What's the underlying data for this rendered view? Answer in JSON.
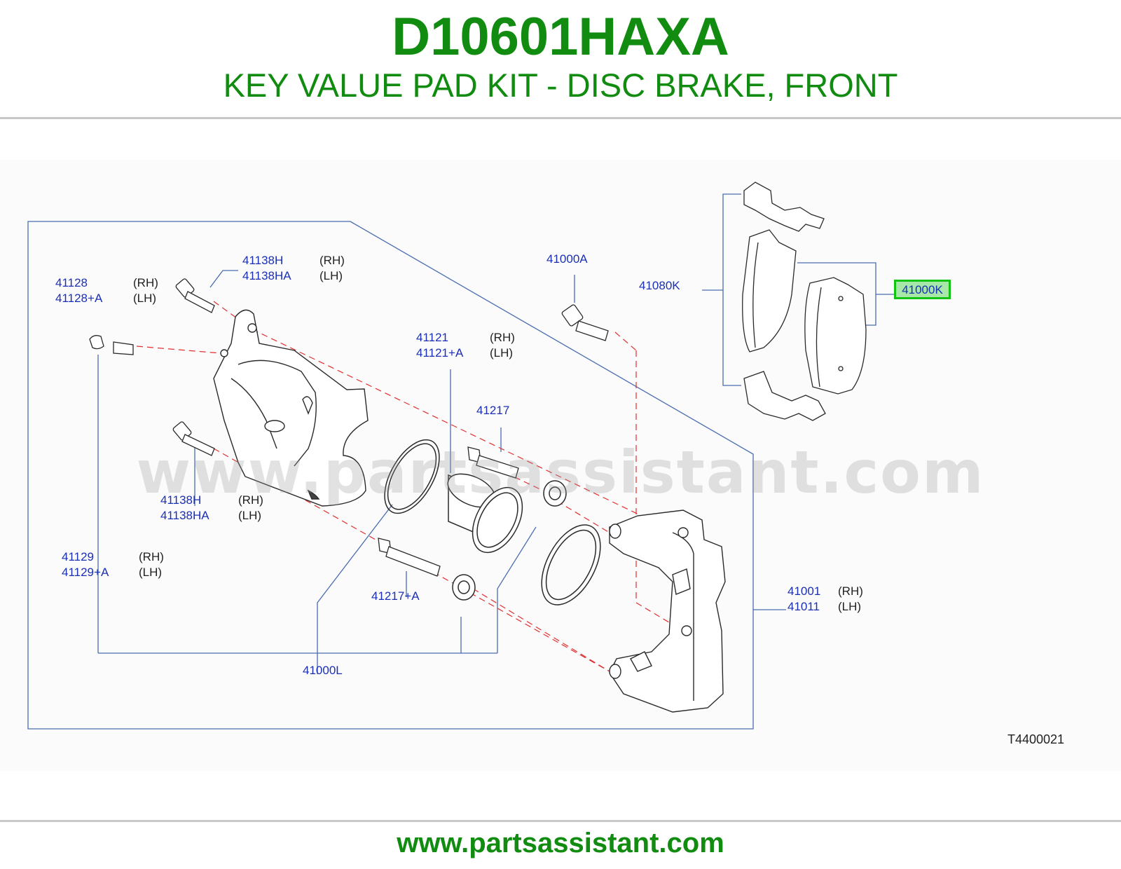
{
  "header": {
    "part_number": "D10601HAXA",
    "description": "KEY VALUE PAD KIT - DISC BRAKE, FRONT"
  },
  "diagram": {
    "watermark": "www.partsassistant.com",
    "code": "T4400021",
    "highlighted": "41000K",
    "callouts": [
      {
        "id": "41128",
        "part": "41128",
        "side": "(RH)"
      },
      {
        "id": "41128a",
        "part": "41128+A",
        "side": "(LH)"
      },
      {
        "id": "41138h-top",
        "part": "41138H",
        "side": "(RH)"
      },
      {
        "id": "41138ha-top",
        "part": "41138HA",
        "side": "(LH)"
      },
      {
        "id": "41000a",
        "part": "41000A",
        "side": ""
      },
      {
        "id": "41080k",
        "part": "41080K",
        "side": ""
      },
      {
        "id": "41121",
        "part": "41121",
        "side": "(RH)"
      },
      {
        "id": "41121a",
        "part": "41121+A",
        "side": "(LH)"
      },
      {
        "id": "41217",
        "part": "41217",
        "side": ""
      },
      {
        "id": "41138h-bot",
        "part": "41138H",
        "side": "(RH)"
      },
      {
        "id": "41138ha-bot",
        "part": "41138HA",
        "side": "(LH)"
      },
      {
        "id": "41129",
        "part": "41129",
        "side": "(RH)"
      },
      {
        "id": "41129a",
        "part": "41129+A",
        "side": "(LH)"
      },
      {
        "id": "41217a",
        "part": "41217+A",
        "side": ""
      },
      {
        "id": "41001",
        "part": "41001",
        "side": "(RH)"
      },
      {
        "id": "41011",
        "part": "41011",
        "side": "(LH)"
      },
      {
        "id": "41000l",
        "part": "41000L",
        "side": ""
      }
    ]
  },
  "footer": {
    "url": "www.partsassistant.com"
  },
  "colors": {
    "brand_green": "#118c11",
    "highlight_border": "#12c312",
    "highlight_fill": "#a7e7a7",
    "callout_blue": "#1a2fb4",
    "leader_line": "#4a6cb0",
    "dash_red": "#e03030"
  }
}
